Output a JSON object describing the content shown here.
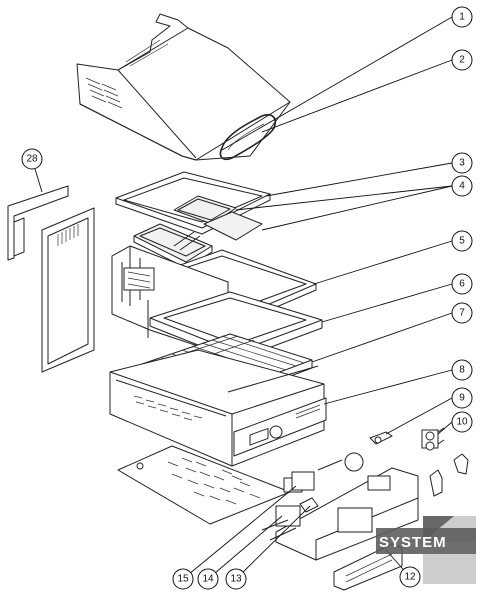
{
  "figure": {
    "type": "exploded-parts-view",
    "callouts": [
      {
        "id": "c1",
        "label": "1"
      },
      {
        "id": "c2",
        "label": "2"
      },
      {
        "id": "c3",
        "label": "3"
      },
      {
        "id": "c4",
        "label": "4"
      },
      {
        "id": "c5",
        "label": "5"
      },
      {
        "id": "c6",
        "label": "6"
      },
      {
        "id": "c7",
        "label": "7"
      },
      {
        "id": "c8",
        "label": "8"
      },
      {
        "id": "c9",
        "label": "9"
      },
      {
        "id": "c10",
        "label": "10"
      },
      {
        "id": "c12",
        "label": "12"
      },
      {
        "id": "c13",
        "label": "13"
      },
      {
        "id": "c14",
        "label": "14"
      },
      {
        "id": "c15",
        "label": "15"
      },
      {
        "id": "c28",
        "label": "28"
      }
    ]
  },
  "watermark": {
    "text": "SYSTEM"
  },
  "colors": {
    "line": "#222222",
    "background": "#ffffff",
    "watermark": "#5a5a5a"
  }
}
